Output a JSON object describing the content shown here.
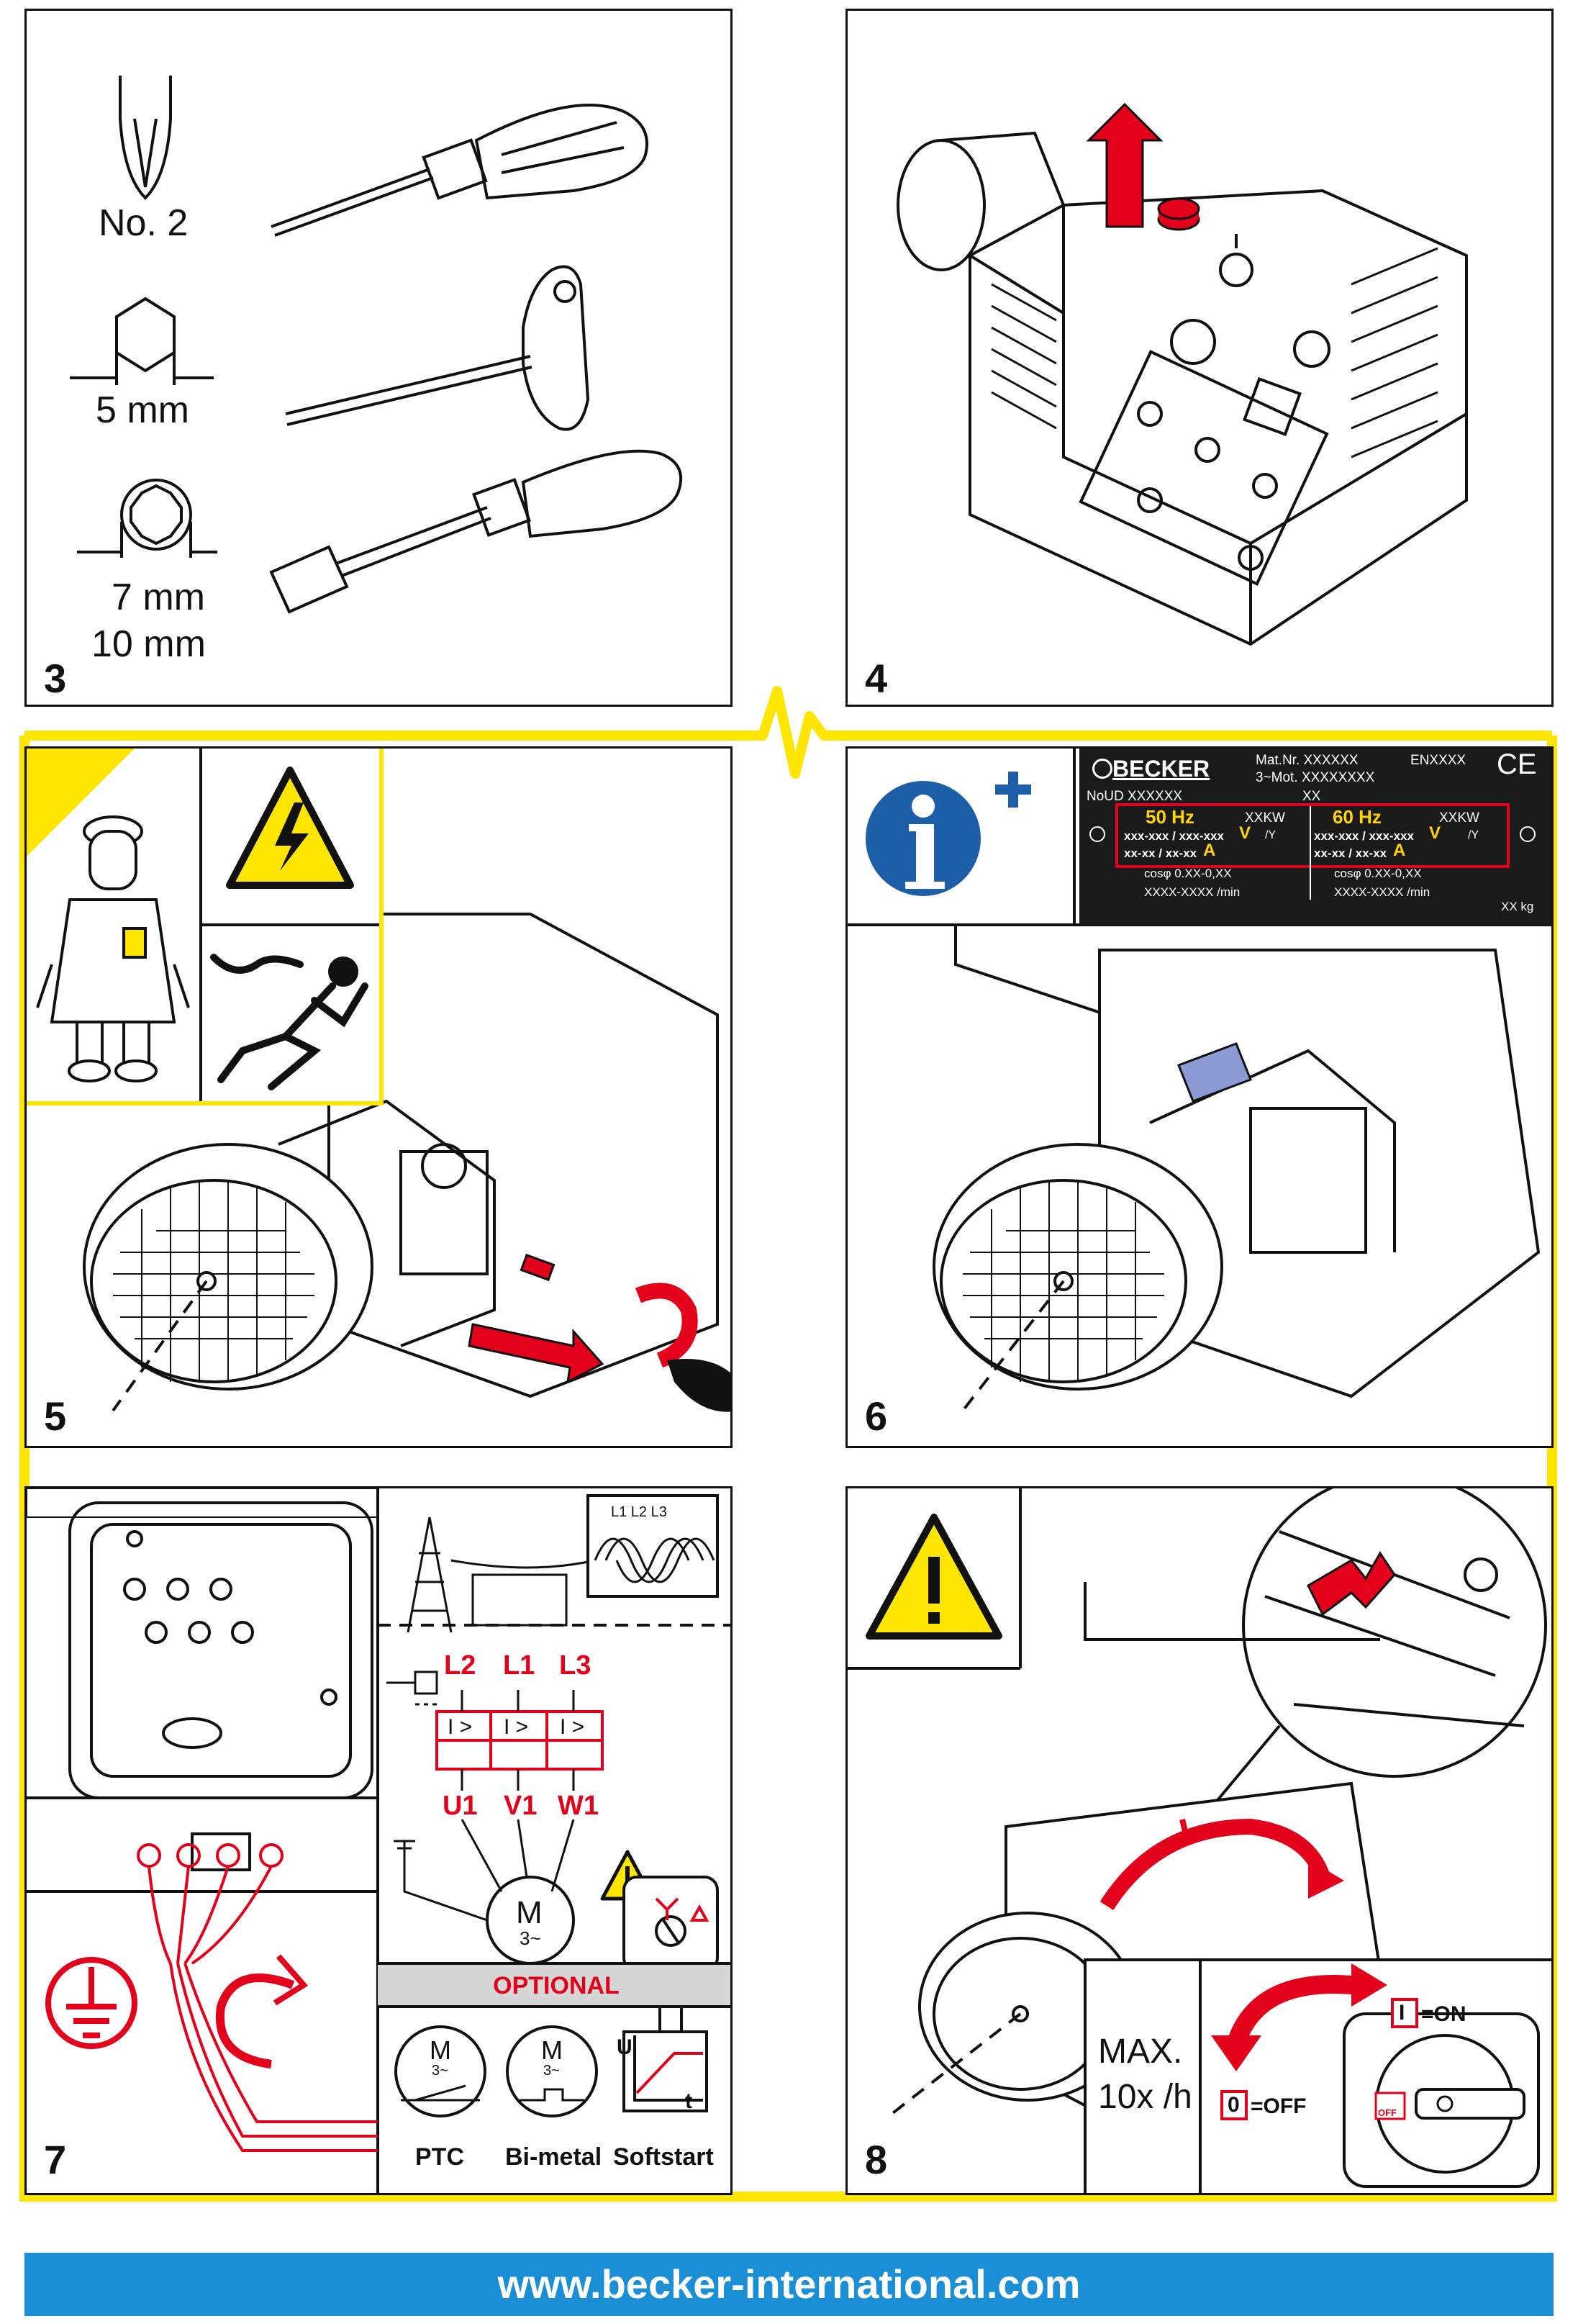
{
  "panels": {
    "p3": {
      "number": "3",
      "tools": [
        "No. 2",
        "5 mm",
        "7 mm",
        "10 mm"
      ]
    },
    "p4": {
      "number": "4"
    },
    "p5": {
      "number": "5"
    },
    "p6": {
      "number": "6",
      "nameplate": {
        "brand": "BECKER",
        "mat_nr": "Mat.Nr. XXXXXX",
        "mot": "3~Mot. XXXXXXXX",
        "en": "ENXXXX",
        "ce": "CE",
        "no": "NoUD XXXXXX",
        "xx": "XX",
        "hz50": "50 Hz",
        "hz60": "60 Hz",
        "kw": "XXKW",
        "volt": "xxx-xxx / xxx-xxx",
        "v_unit": "V",
        "v_conn": "/Y",
        "amp": "xx-xx / xx-xx",
        "a_unit": "A",
        "cos": "cosφ 0.XX-0,XX",
        "rpm": "XXXX-XXXX /min",
        "kg": "XX kg"
      }
    },
    "p7": {
      "number": "7",
      "phases_top": "L1 L2 L3",
      "lines": [
        "L2",
        "L1",
        "L3"
      ],
      "overload": "I >",
      "terminals": [
        "U1",
        "V1",
        "W1"
      ],
      "motor": "M",
      "motor_sub": "3~",
      "optional": "OPTIONAL",
      "options": [
        "PTC",
        "Bi-metal",
        "Softstart"
      ],
      "graph_u": "U",
      "graph_t": "t"
    },
    "p8": {
      "number": "8",
      "max_label": "MAX.",
      "max_rate": "10x /h",
      "on_key": "I",
      "on_label": "=ON",
      "off_key": "0",
      "off_label": "=OFF",
      "switch_off": "OFF"
    }
  },
  "footer": {
    "url": "www.becker-international.com"
  },
  "colors": {
    "accent_yellow": "#ffe600",
    "red": "#e3001b",
    "blue": "#1b8fd6",
    "info_blue": "#1d5ea8",
    "nameplate_yellow": "#ffd400"
  }
}
